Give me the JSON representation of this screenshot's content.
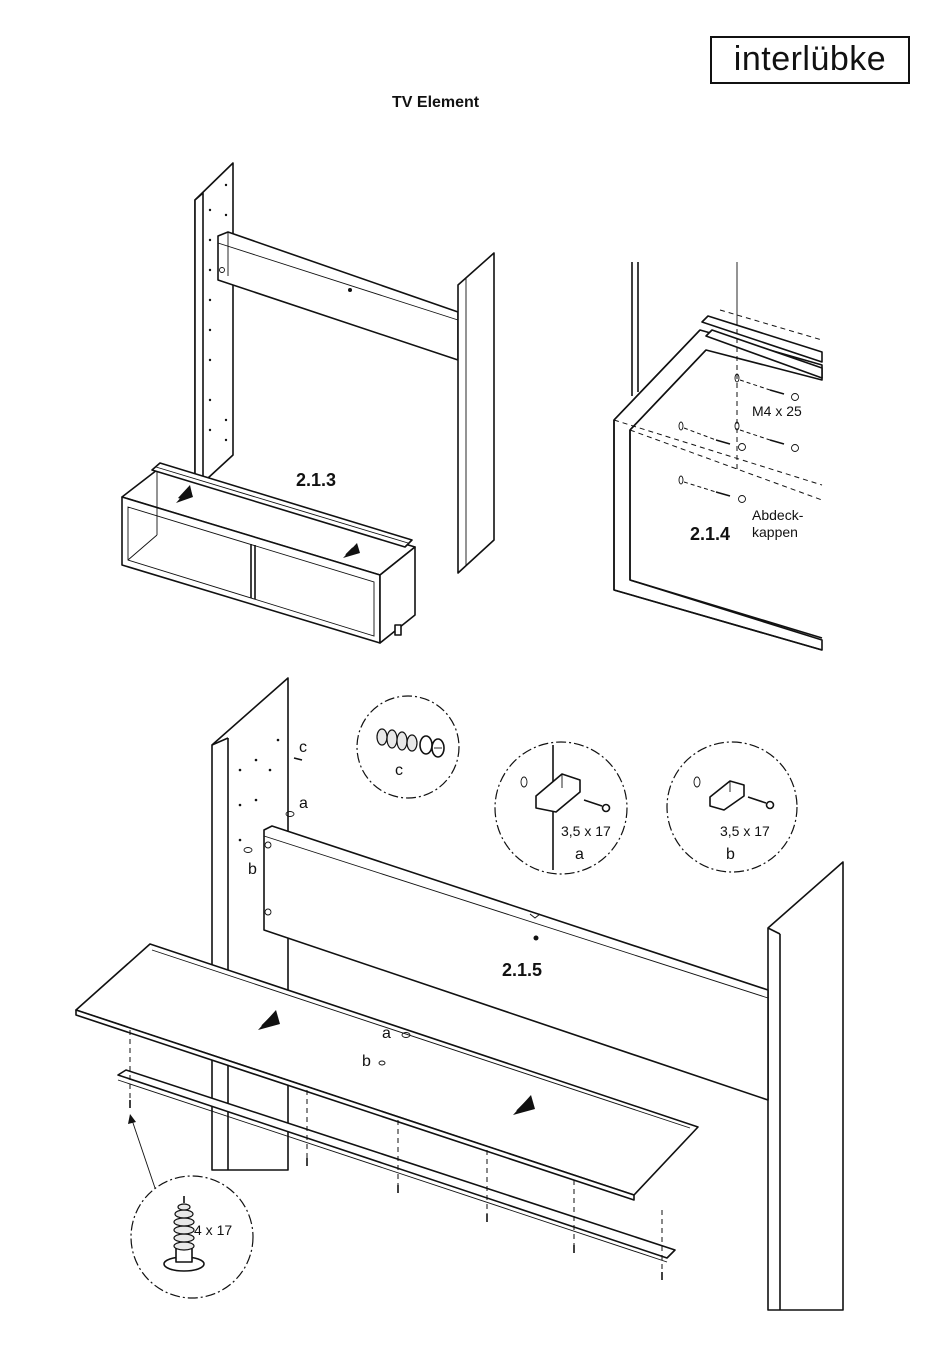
{
  "header": {
    "brand": "interlübke",
    "title": "TV Element"
  },
  "steps": {
    "s213": "2.1.3",
    "s214": "2.1.4",
    "s215": "2.1.5"
  },
  "detail_214": {
    "screw_label": "M4 x 25",
    "caps_line1": "Abdeck-",
    "caps_line2": "kappen"
  },
  "detail_c": {
    "letter": "c"
  },
  "detail_a": {
    "size": "3,5 x 17",
    "letter": "a"
  },
  "detail_b": {
    "size": "3,5 x 17",
    "letter": "b"
  },
  "detail_screw": {
    "size": "4 x 17"
  },
  "callouts": {
    "c": "c",
    "a_side": "a",
    "b_side": "b",
    "a_mid": "a",
    "b_mid": "b"
  }
}
